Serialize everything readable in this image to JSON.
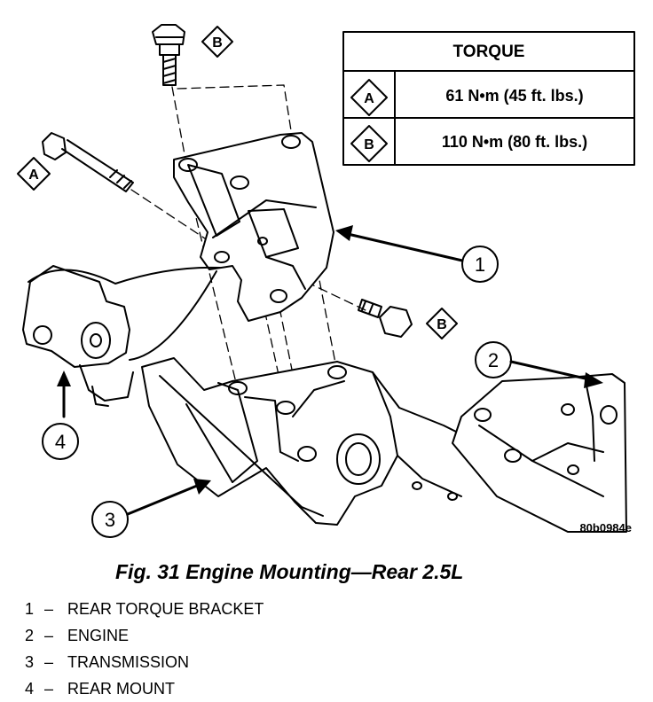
{
  "torque_table": {
    "header": "TORQUE",
    "rows": [
      {
        "key": "A",
        "value": "61 N•m (45 ft. lbs.)"
      },
      {
        "key": "B",
        "value": "110 N•m (80 ft. lbs.)"
      }
    ]
  },
  "labels": {
    "bolt_a": "A",
    "bolt_b_top": "B",
    "bolt_b_right": "B"
  },
  "callouts": [
    "1",
    "2",
    "3",
    "4"
  ],
  "ref_code": "80b0984e",
  "caption": "Fig. 31 Engine Mounting—Rear 2.5L",
  "legend": [
    {
      "num": "1",
      "dash": "–",
      "text": "REAR TORQUE BRACKET"
    },
    {
      "num": "2",
      "dash": "–",
      "text": "ENGINE"
    },
    {
      "num": "3",
      "dash": "–",
      "text": "TRANSMISSION"
    },
    {
      "num": "4",
      "dash": "–",
      "text": "REAR MOUNT"
    }
  ]
}
